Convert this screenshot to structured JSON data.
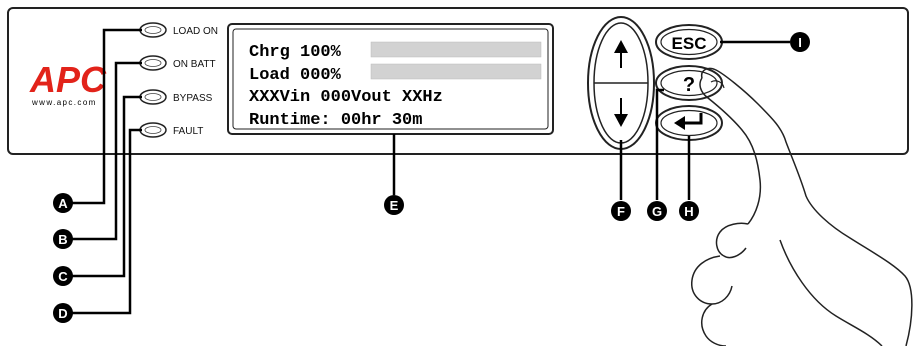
{
  "brand": {
    "logo_text": "APC",
    "url_text": "www.apc.com",
    "logo_color": "#e2231a"
  },
  "leds": [
    {
      "label": "LOAD ON"
    },
    {
      "label": "ON BATT"
    },
    {
      "label": "BYPASS"
    },
    {
      "label": "FAULT"
    }
  ],
  "display": {
    "line1": "Chrg 100%",
    "line2": "Load 000%",
    "line3": "XXXVin 000Vout XXHz",
    "line4": "Runtime: 00hr 30m",
    "charge_bar_level": 0,
    "load_bar_level": 0
  },
  "buttons": {
    "up": {
      "icon": "arrow-up-icon"
    },
    "down": {
      "icon": "arrow-down-icon"
    },
    "help_label": "?",
    "esc_label": "ESC",
    "enter": {
      "icon": "enter-icon"
    }
  },
  "callouts": {
    "a": "A",
    "b": "B",
    "c": "C",
    "d": "D",
    "e": "E",
    "f": "F",
    "g": "G",
    "h": "H",
    "i": "I"
  }
}
